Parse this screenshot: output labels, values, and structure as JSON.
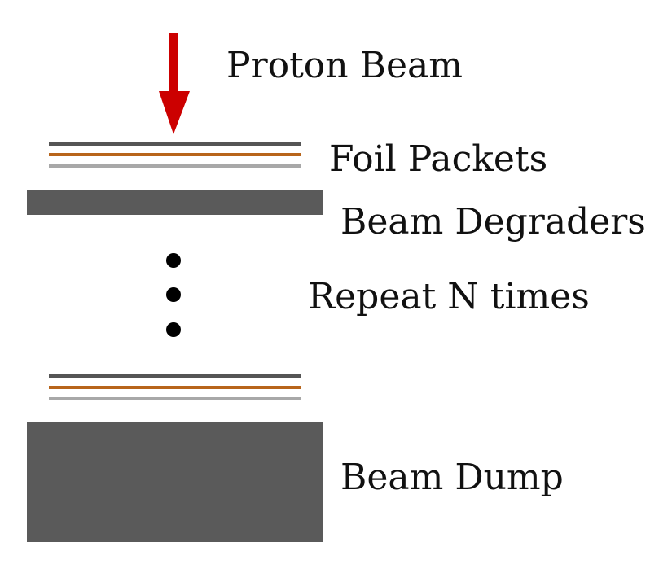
{
  "labels": {
    "beam": "Proton Beam",
    "foils": "Foil Packets",
    "degraders": "Beam Degraders",
    "repeat": "Repeat N times",
    "dump": "Beam Dump"
  },
  "colors": {
    "arrow": "#cc0000",
    "foil_dark": "#555555",
    "foil_copper": "#b8651b",
    "foil_light": "#a8a8a8",
    "block": "#5a5a5a",
    "dots": "#000000",
    "text": "#111111"
  },
  "icons": {
    "arrow": "down-arrow-icon",
    "ellipsis": "vertical-ellipsis-icon"
  }
}
